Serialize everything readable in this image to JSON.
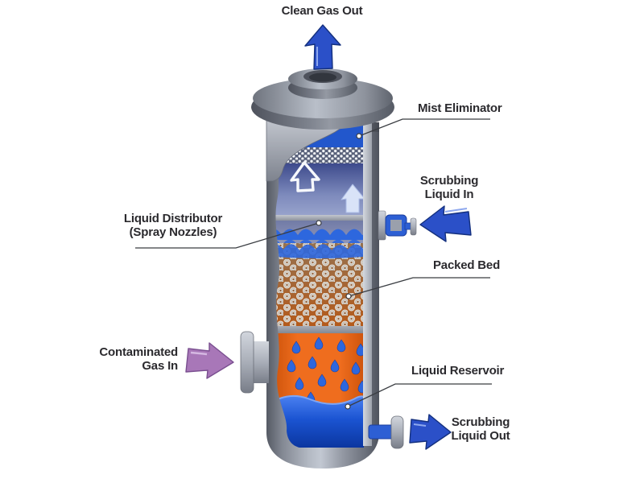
{
  "labels": {
    "clean_gas_out": "Clean Gas Out",
    "mist_eliminator": "Mist Eliminator",
    "scrubbing_liquid_in": [
      "Scrubbing",
      "Liquid In"
    ],
    "liquid_distributor": [
      "Liquid Distributor",
      "(Spray Nozzles)"
    ],
    "packed_bed": "Packed Bed",
    "contaminated_gas_in": [
      "Contaminated",
      "Gas In"
    ],
    "liquid_reservoir": "Liquid Reservoir",
    "scrubbing_liquid_out": [
      "Scrubbing",
      "Liquid Out"
    ]
  },
  "arrows": {
    "clean_gas_out": "up",
    "scrubbing_liquid_in": "left",
    "contaminated_gas_in": "right",
    "scrubbing_liquid_out": "right",
    "gas_rise_outline": "up",
    "gas_rise_filled": "up"
  },
  "colors": {
    "flow_arrow_blue": "#2b50c8",
    "contaminated_gas_arrow_purple": "#a877b8",
    "scrubbing_liquid_blue": "#2d67de",
    "interior_top_blue": "#2257cc",
    "reservoir_blue": "#1b54d2",
    "contaminated_zone_orange": "#e0580e",
    "packed_bed_orange": "#b55a1a",
    "vessel_gray": "#8f939d",
    "gas_zone_blue": "#505f9e",
    "label_text": "#2b2a2e",
    "leader_line": "#3a3d42"
  }
}
